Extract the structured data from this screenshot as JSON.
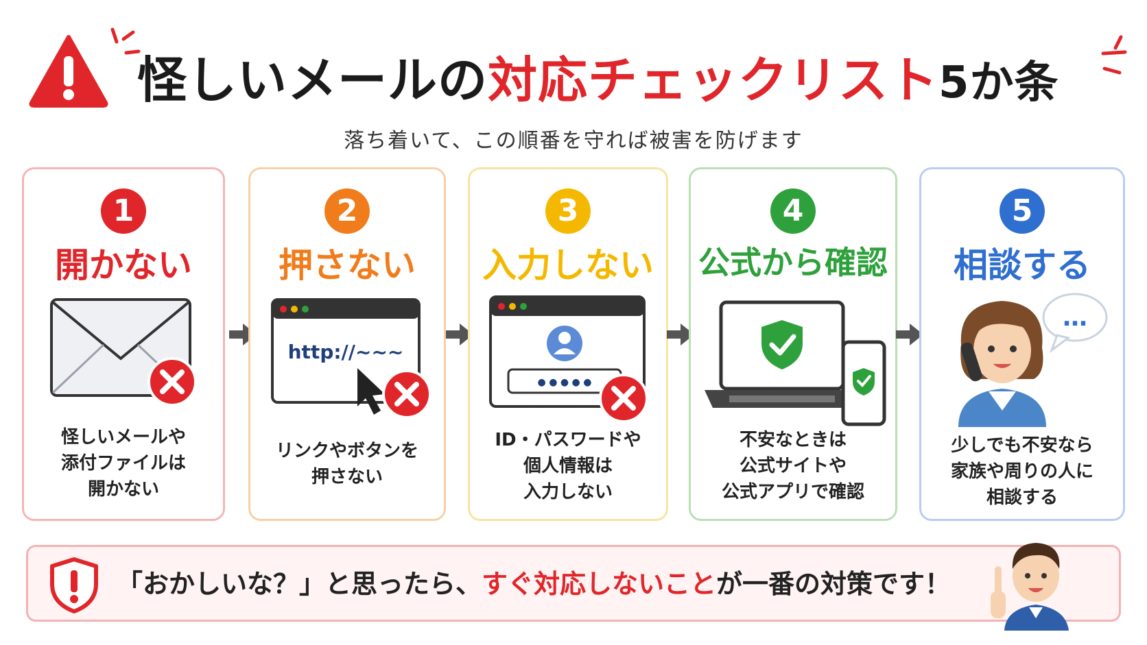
{
  "header": {
    "title_part1": "怪しいメールの",
    "title_part2": "対応チェックリスト",
    "title_part3": "5か条",
    "subtitle": "落ち着いて、この順番を守れば被害を防げます"
  },
  "colors": {
    "red": "#e0262a",
    "orange": "#f07c1b",
    "yellow": "#f5b800",
    "green": "#2fa13c",
    "blue": "#2f6fcf"
  },
  "steps": [
    {
      "num": "1",
      "title": "開かない",
      "desc": [
        "怪しいメールや",
        "添付ファイルは",
        "開かない"
      ],
      "icon": "envelope-icon"
    },
    {
      "num": "2",
      "title": "押さない",
      "desc": [
        "リンクやボタンを",
        "押さない"
      ],
      "icon": "browser-link-icon",
      "url_text": "http://~~~"
    },
    {
      "num": "3",
      "title": "入力しない",
      "desc": [
        "ID・パスワードや",
        "個人情報は",
        "入力しない"
      ],
      "icon": "login-form-icon",
      "password_mask": "● ● ● ● ●"
    },
    {
      "num": "4",
      "title": "公式から確認",
      "desc": [
        "不安なときは",
        "公式サイトや",
        "公式アプリで確認"
      ],
      "icon": "verified-devices-icon"
    },
    {
      "num": "5",
      "title": "相談する",
      "desc": [
        "少しでも不安なら",
        "家族や周りの人に",
        "相談する"
      ],
      "icon": "person-on-phone-icon",
      "bubble": "…"
    }
  ],
  "banner": {
    "text_part1": "「おかしいな？」と思ったら、",
    "text_part2": "すぐ対応しないこと",
    "text_part3": "が一番の対策です！"
  }
}
